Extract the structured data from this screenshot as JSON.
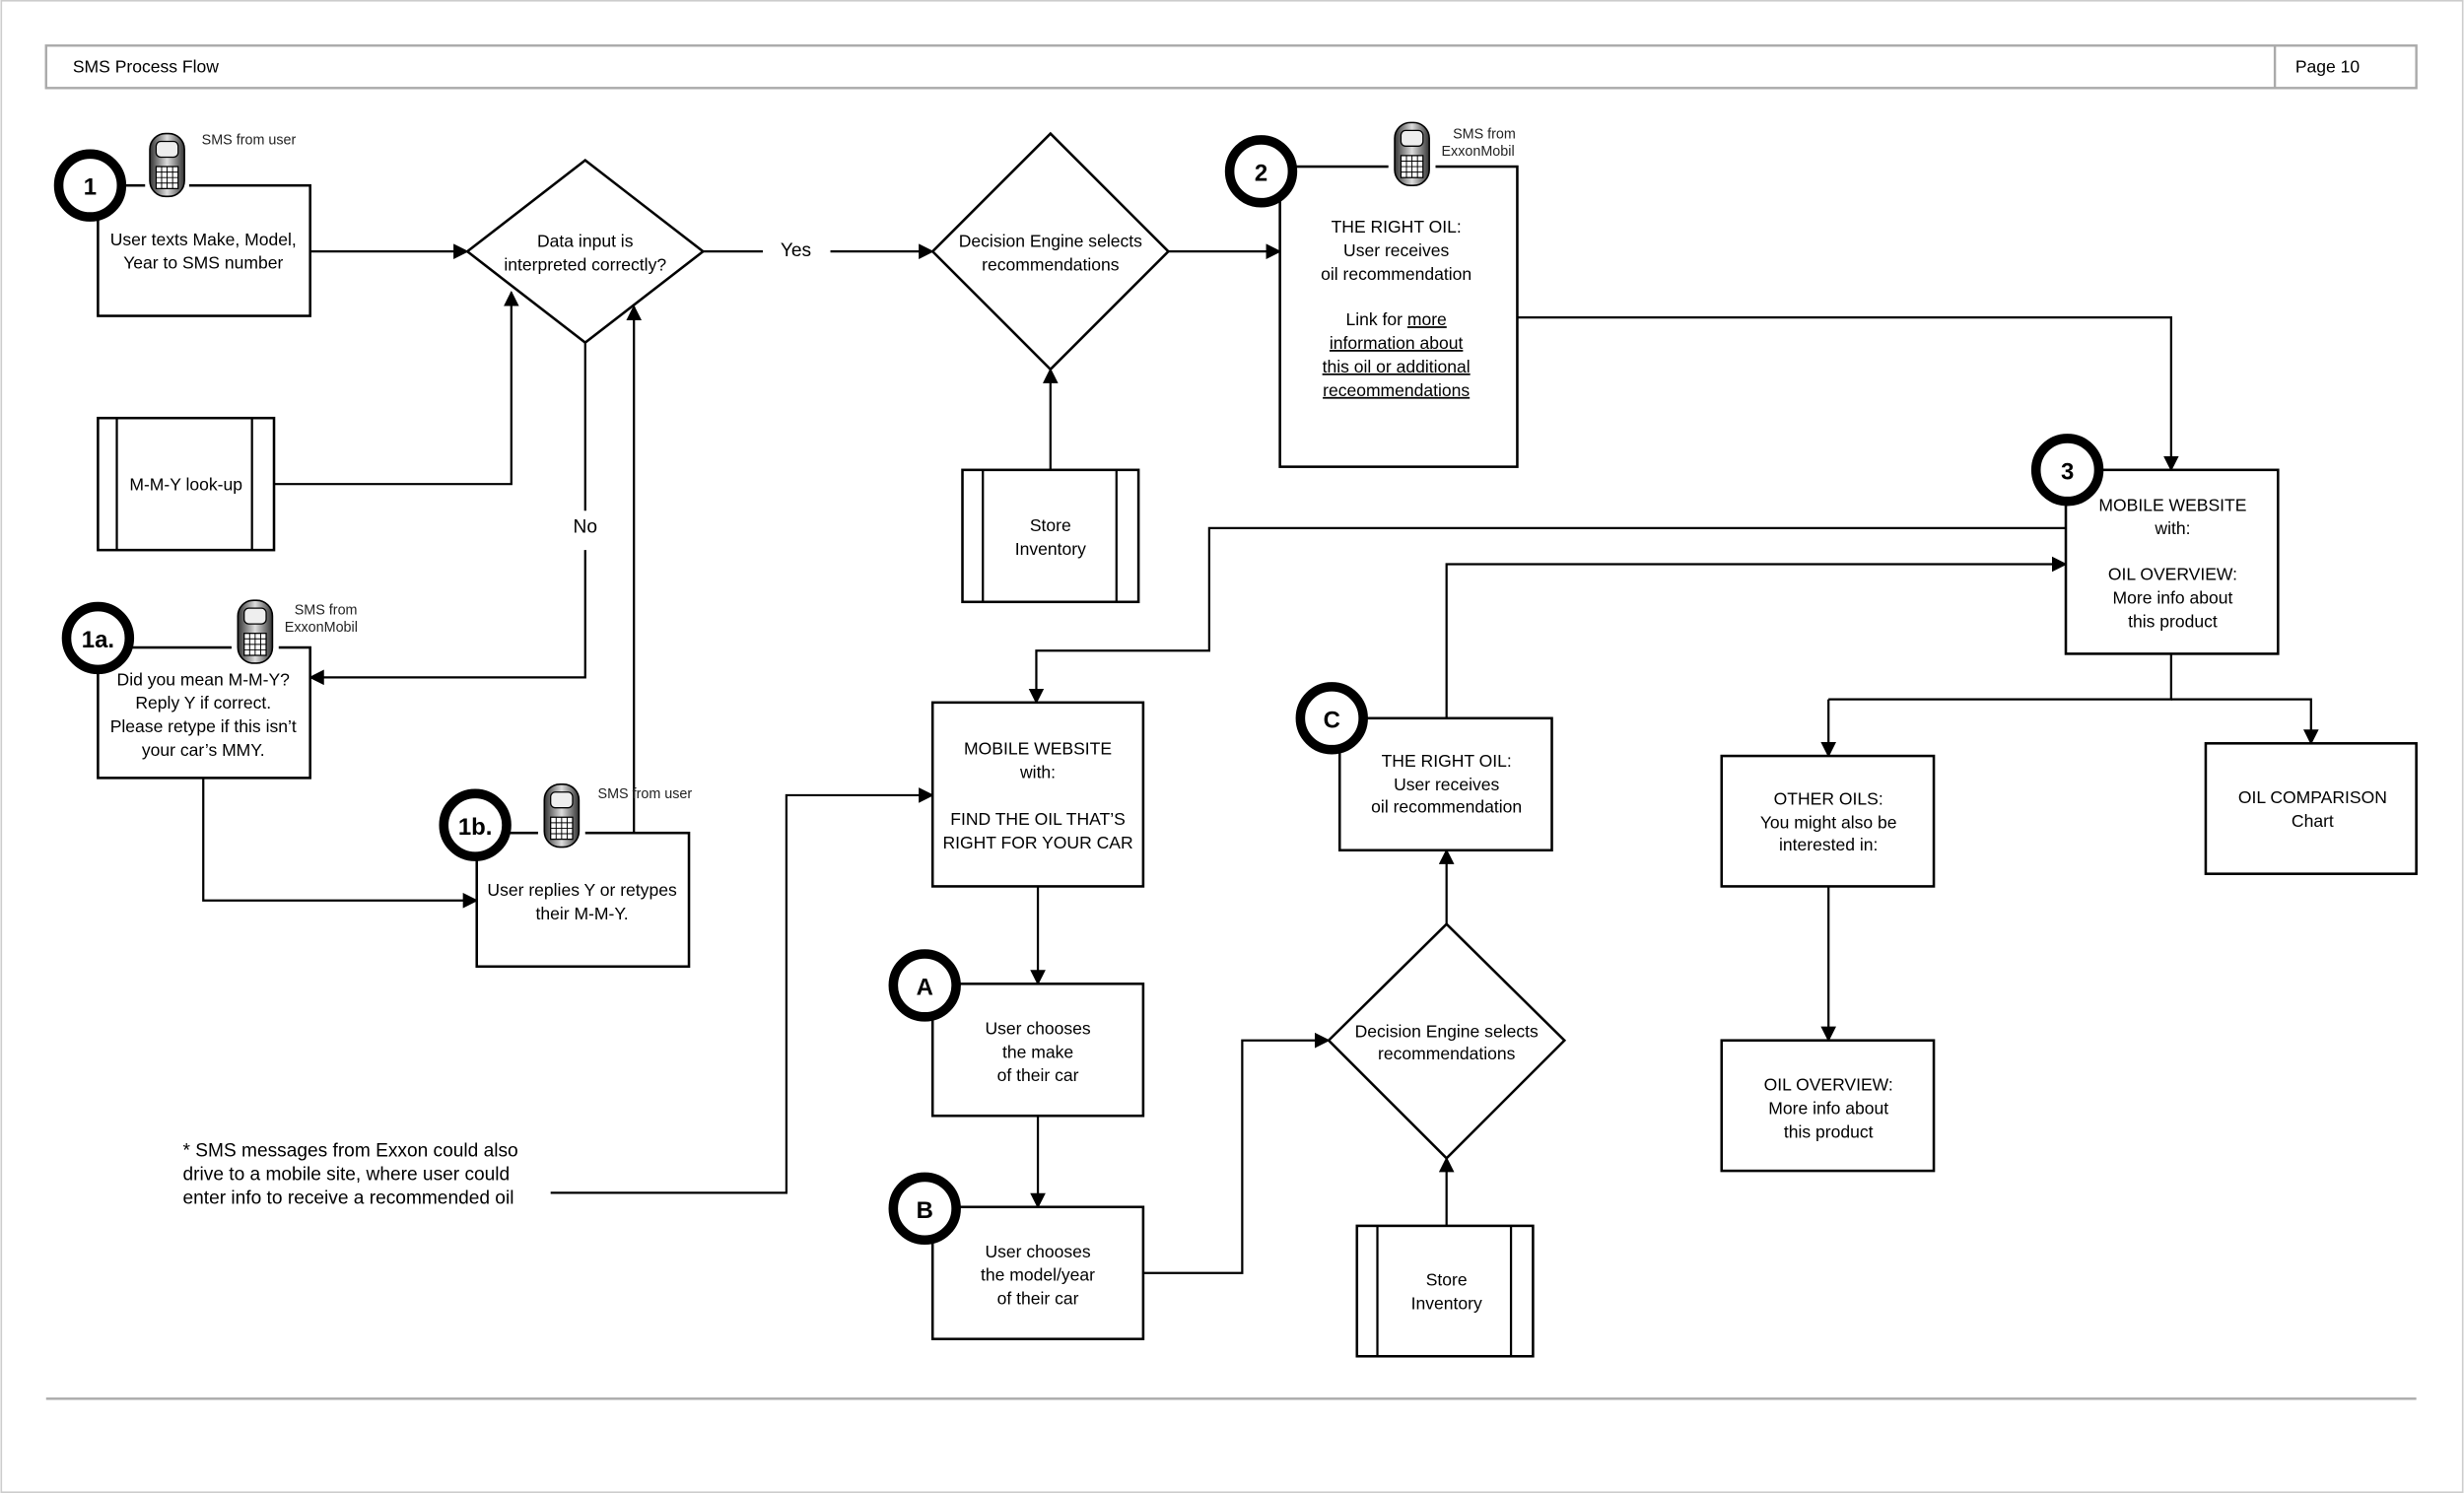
{
  "header": {
    "title": "SMS Process Flow",
    "page": "Page 10"
  },
  "phone_labels": {
    "from_user": "SMS from user",
    "from_exxon_1": "SMS from",
    "from_exxon_2": "ExxonMobil"
  },
  "steps": {
    "s1": {
      "badge": "1",
      "lines": [
        "User texts Make, Model,",
        "Year to SMS number"
      ]
    },
    "decision1": {
      "lines": [
        "Data input is",
        "interpreted correctly?"
      ],
      "yes": "Yes",
      "no": "No"
    },
    "lookup": {
      "label": "M-M-Y look-up"
    },
    "engine": {
      "lines": [
        "Decision Engine selects",
        "recommendations"
      ]
    },
    "store": {
      "lines": [
        "Store",
        "Inventory"
      ]
    },
    "s2": {
      "badge": "2",
      "lines": [
        "THE RIGHT OIL:",
        "User receives",
        "oil recommendation"
      ],
      "link_prefix": "Link for ",
      "link_lines": [
        "more",
        "information about",
        "this oil or additional",
        "receommendations"
      ]
    },
    "s1a": {
      "badge": "1a.",
      "lines": [
        "Did you mean M-M-Y?",
        "Reply Y if correct.",
        "Please retype if this isn’t",
        "your car’s MMY."
      ]
    },
    "s1b": {
      "badge": "1b.",
      "lines": [
        "User replies Y or retypes",
        "their M-M-Y."
      ]
    },
    "s3": {
      "badge": "3",
      "lines": [
        "MOBILE WEBSITE",
        "with:",
        "OIL OVERVIEW:",
        "More info about",
        "this product"
      ]
    },
    "mobile": {
      "lines": [
        "MOBILE WEBSITE",
        "with:",
        "FIND THE OIL THAT’S",
        "RIGHT FOR YOUR CAR"
      ]
    },
    "sA": {
      "badge": "A",
      "lines": [
        "User  chooses",
        "the make",
        "of their car"
      ]
    },
    "sB": {
      "badge": "B",
      "lines": [
        "User  chooses",
        "the model/year",
        "of their car"
      ]
    },
    "sC": {
      "badge": "C",
      "lines": [
        "THE RIGHT OIL:",
        "User receives",
        "oil recommendation"
      ]
    },
    "other_oils": {
      "lines": [
        "OTHER OILS:",
        "You might also be",
        "interested in:"
      ]
    },
    "comparison": {
      "lines": [
        "OIL COMPARISON",
        "Chart"
      ]
    },
    "overview": {
      "lines": [
        "OIL OVERVIEW:",
        "More info about",
        "this product"
      ]
    }
  },
  "note": {
    "lines": [
      "* SMS messages from Exxon could also",
      "drive to a mobile site, where user could",
      "enter info to receive a recommended oil"
    ]
  }
}
